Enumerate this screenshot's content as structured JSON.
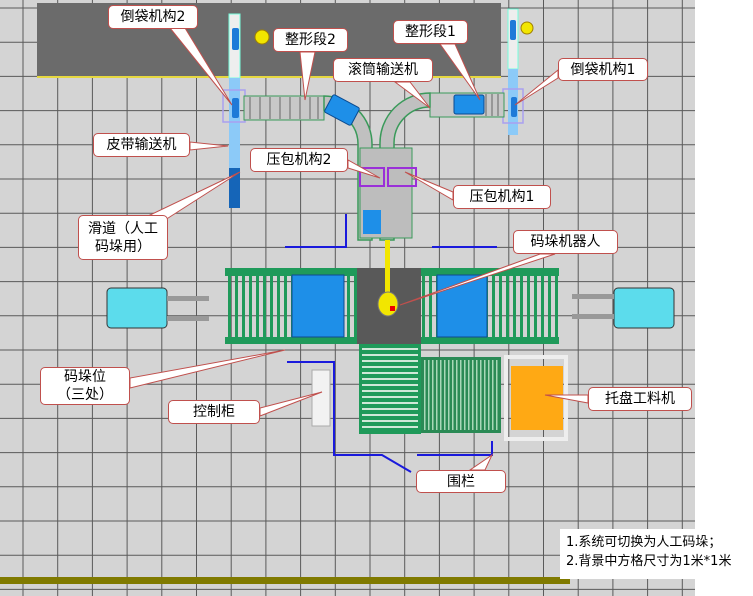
{
  "labels": {
    "flip_2": "倒袋机构2",
    "shaping_2": "整形段2",
    "roller_conveyor": "滚筒输送机",
    "shaping_1": "整形段1",
    "flip_1": "倒袋机构1",
    "belt_conveyor": "皮带输送机",
    "press_2": "压包机构2",
    "press_1": "压包机构1",
    "chute": "滑道（人工码垛用）",
    "robot": "码垛机器人",
    "stack_position": "码垛位（三处）",
    "control_cabinet": "控制柜",
    "pallet_feeder": "托盘工料机",
    "fence": "围栏"
  },
  "notes": [
    "1.系统可切换为人工码垛；",
    "2.背景中方格尺寸为1米*1米"
  ],
  "colors": {
    "grid_bg": "#d4d4d4",
    "grid_line": "#555555",
    "conveyor": "#1f9a5a",
    "bag": "#1e8fe8",
    "fence": "#1a1adc",
    "pallet": "#ffa914",
    "robot": "#f2e600",
    "callout_border": "#c0504d"
  }
}
